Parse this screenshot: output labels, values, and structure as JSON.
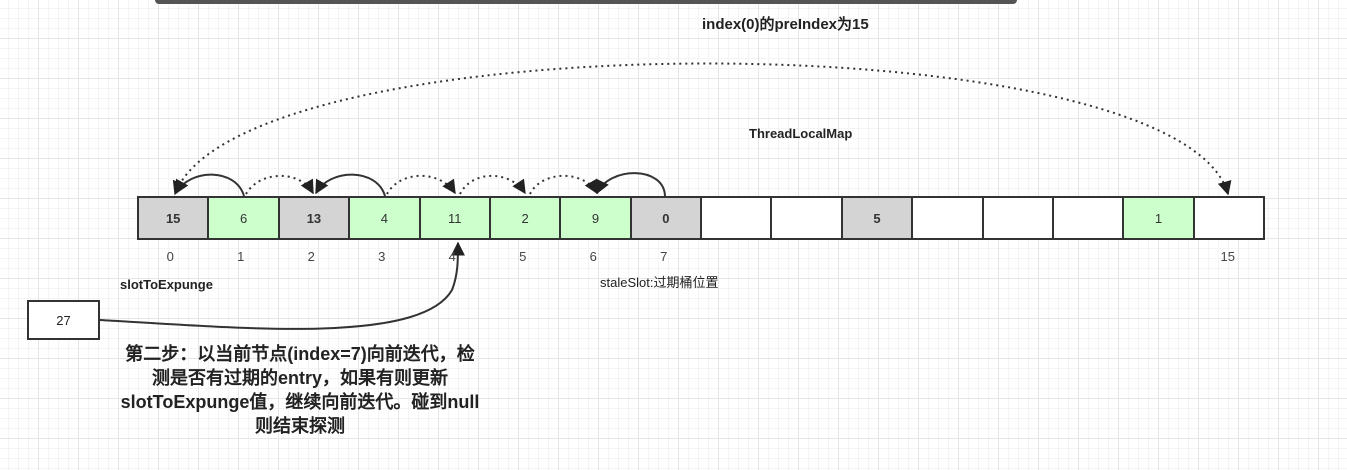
{
  "top_title": "index(0)的preIndex为15",
  "map_label": "ThreadLocalMap",
  "slot_label": "slotToExpunge",
  "stale_label": "staleSlot:过期桶位置",
  "box_value": "27",
  "note": "第二步：以当前节点(index=7)向前迭代，检测是否有过期的entry，如果有则更新slotToExpunge值，继续向前迭代。碰到null则结束探测",
  "cells": [
    {
      "value": "15",
      "style": "gray"
    },
    {
      "value": "6",
      "style": "green"
    },
    {
      "value": "13",
      "style": "gray"
    },
    {
      "value": "4",
      "style": "green"
    },
    {
      "value": "11",
      "style": "green"
    },
    {
      "value": "2",
      "style": "green"
    },
    {
      "value": "9",
      "style": "green"
    },
    {
      "value": "0",
      "style": "gray"
    },
    {
      "value": "",
      "style": "white"
    },
    {
      "value": "",
      "style": "white"
    },
    {
      "value": "5",
      "style": "gray"
    },
    {
      "value": "",
      "style": "white"
    },
    {
      "value": "",
      "style": "white"
    },
    {
      "value": "",
      "style": "white"
    },
    {
      "value": "1",
      "style": "green"
    },
    {
      "value": "",
      "style": "white"
    }
  ],
  "indices": [
    {
      "label": "0",
      "slot": 0
    },
    {
      "label": "1",
      "slot": 1
    },
    {
      "label": "2",
      "slot": 2
    },
    {
      "label": "3",
      "slot": 3
    },
    {
      "label": "4",
      "slot": 4
    },
    {
      "label": "5",
      "slot": 5
    },
    {
      "label": "6",
      "slot": 6
    },
    {
      "label": "7",
      "slot": 7
    },
    {
      "label": "15",
      "slot": 15
    }
  ]
}
